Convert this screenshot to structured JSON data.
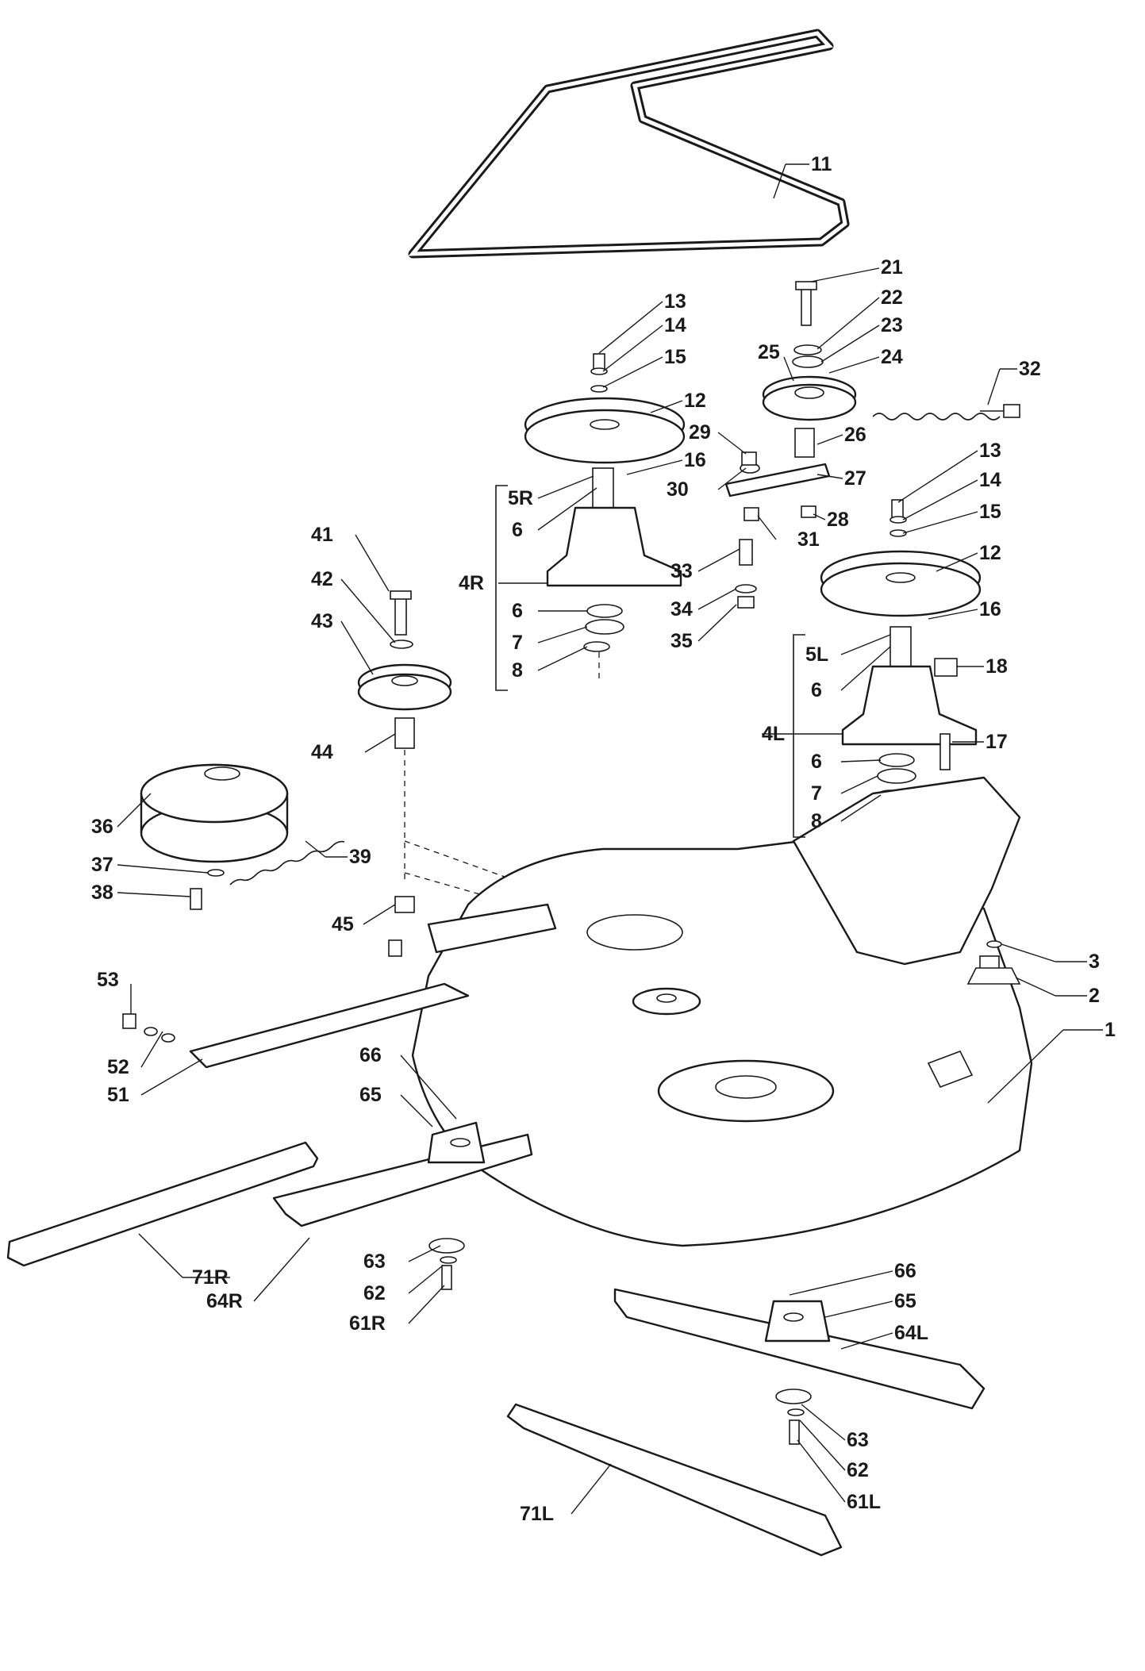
{
  "callouts": [
    {
      "id": "c11",
      "text": "11"
    },
    {
      "id": "c21",
      "text": "21"
    },
    {
      "id": "c22",
      "text": "22"
    },
    {
      "id": "c23",
      "text": "23"
    },
    {
      "id": "c24",
      "text": "24"
    },
    {
      "id": "c25",
      "text": "25"
    },
    {
      "id": "c32",
      "text": "32"
    },
    {
      "id": "c13a",
      "text": "13"
    },
    {
      "id": "c14a",
      "text": "14"
    },
    {
      "id": "c15a",
      "text": "15"
    },
    {
      "id": "c12a",
      "text": "12"
    },
    {
      "id": "c29",
      "text": "29"
    },
    {
      "id": "c26",
      "text": "26"
    },
    {
      "id": "c16a",
      "text": "16"
    },
    {
      "id": "c30",
      "text": "30"
    },
    {
      "id": "c27",
      "text": "27"
    },
    {
      "id": "c5R",
      "text": "5R"
    },
    {
      "id": "c6a",
      "text": "6"
    },
    {
      "id": "c28",
      "text": "28"
    },
    {
      "id": "c31",
      "text": "31"
    },
    {
      "id": "c13b",
      "text": "13"
    },
    {
      "id": "c14b",
      "text": "14"
    },
    {
      "id": "c15b",
      "text": "15"
    },
    {
      "id": "c41",
      "text": "41"
    },
    {
      "id": "c4R",
      "text": "4R"
    },
    {
      "id": "c33",
      "text": "33"
    },
    {
      "id": "c12b",
      "text": "12"
    },
    {
      "id": "c42",
      "text": "42"
    },
    {
      "id": "c6b",
      "text": "6"
    },
    {
      "id": "c34",
      "text": "34"
    },
    {
      "id": "c16b",
      "text": "16"
    },
    {
      "id": "c43",
      "text": "43"
    },
    {
      "id": "c7a",
      "text": "7"
    },
    {
      "id": "c35",
      "text": "35"
    },
    {
      "id": "c5L",
      "text": "5L"
    },
    {
      "id": "c18",
      "text": "18"
    },
    {
      "id": "c8a",
      "text": "8"
    },
    {
      "id": "c6c",
      "text": "6"
    },
    {
      "id": "c4L",
      "text": "4L"
    },
    {
      "id": "c17",
      "text": "17"
    },
    {
      "id": "c44",
      "text": "44"
    },
    {
      "id": "c6d",
      "text": "6"
    },
    {
      "id": "c7b",
      "text": "7"
    },
    {
      "id": "c8b",
      "text": "8"
    },
    {
      "id": "c36",
      "text": "36"
    },
    {
      "id": "c37",
      "text": "37"
    },
    {
      "id": "c39",
      "text": "39"
    },
    {
      "id": "c38",
      "text": "38"
    },
    {
      "id": "c45",
      "text": "45"
    },
    {
      "id": "c3",
      "text": "3"
    },
    {
      "id": "c2",
      "text": "2"
    },
    {
      "id": "c53",
      "text": "53"
    },
    {
      "id": "c1",
      "text": "1"
    },
    {
      "id": "c66a",
      "text": "66"
    },
    {
      "id": "c52",
      "text": "52"
    },
    {
      "id": "c51",
      "text": "51"
    },
    {
      "id": "c65a",
      "text": "65"
    },
    {
      "id": "c71R",
      "text": "71R"
    },
    {
      "id": "c63a",
      "text": "63"
    },
    {
      "id": "c64R",
      "text": "64R"
    },
    {
      "id": "c62a",
      "text": "62"
    },
    {
      "id": "c61R",
      "text": "61R"
    },
    {
      "id": "c66b",
      "text": "66"
    },
    {
      "id": "c65b",
      "text": "65"
    },
    {
      "id": "c64L",
      "text": "64L"
    },
    {
      "id": "c63b",
      "text": "63"
    },
    {
      "id": "c62b",
      "text": "62"
    },
    {
      "id": "c71L",
      "text": "71L"
    },
    {
      "id": "c61L",
      "text": "61L"
    }
  ]
}
